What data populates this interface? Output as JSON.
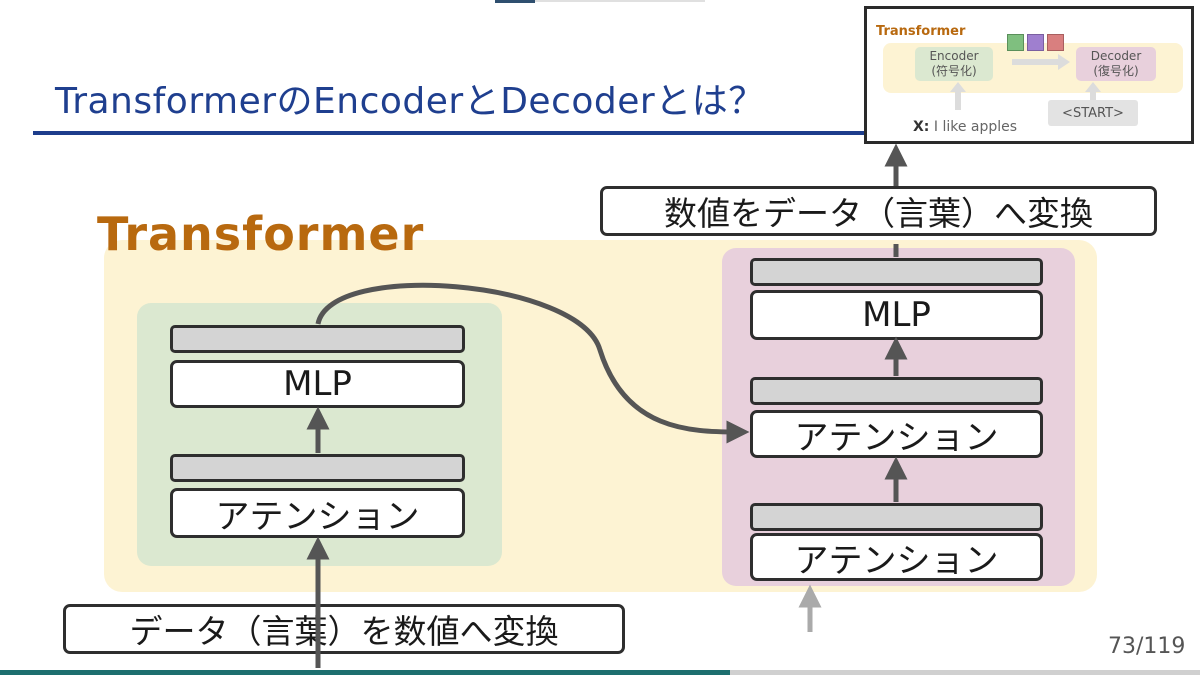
{
  "slide": {
    "title": "TransformerのEncoderとDecoderとは？",
    "page_number": "73/119"
  },
  "diagram": {
    "transformer_label": "Transformer",
    "encoder": {
      "mlp_label": "MLP",
      "attention_label": "アテンション"
    },
    "decoder": {
      "mlp_label": "MLP",
      "attention_upper_label": "アテンション",
      "attention_lower_label": "アテンション"
    },
    "input_label": "データ（言葉）を数値へ変換",
    "output_label": "数値をデータ（言葉）へ変換"
  },
  "thumbnail": {
    "title": "Transformer",
    "encoder_label": "Encoder",
    "encoder_sub": "(符号化)",
    "decoder_label": "Decoder",
    "decoder_sub": "(復号化)",
    "start_token": "<START>",
    "x_prefix": "X:",
    "x_text": "I like apples"
  },
  "colors": {
    "title_blue": "#1f3f8f",
    "transformer_orange": "#b8690f",
    "transformer_panel": "#fdf3d3",
    "encoder_panel": "#dbe8d0",
    "decoder_panel": "#e8d0dc",
    "arrow_dark": "#555555",
    "arrow_light": "#aaaaaa",
    "thumb_green": "#7fbf7f",
    "thumb_purple": "#9f7fcf",
    "thumb_red": "#d97f7f"
  }
}
